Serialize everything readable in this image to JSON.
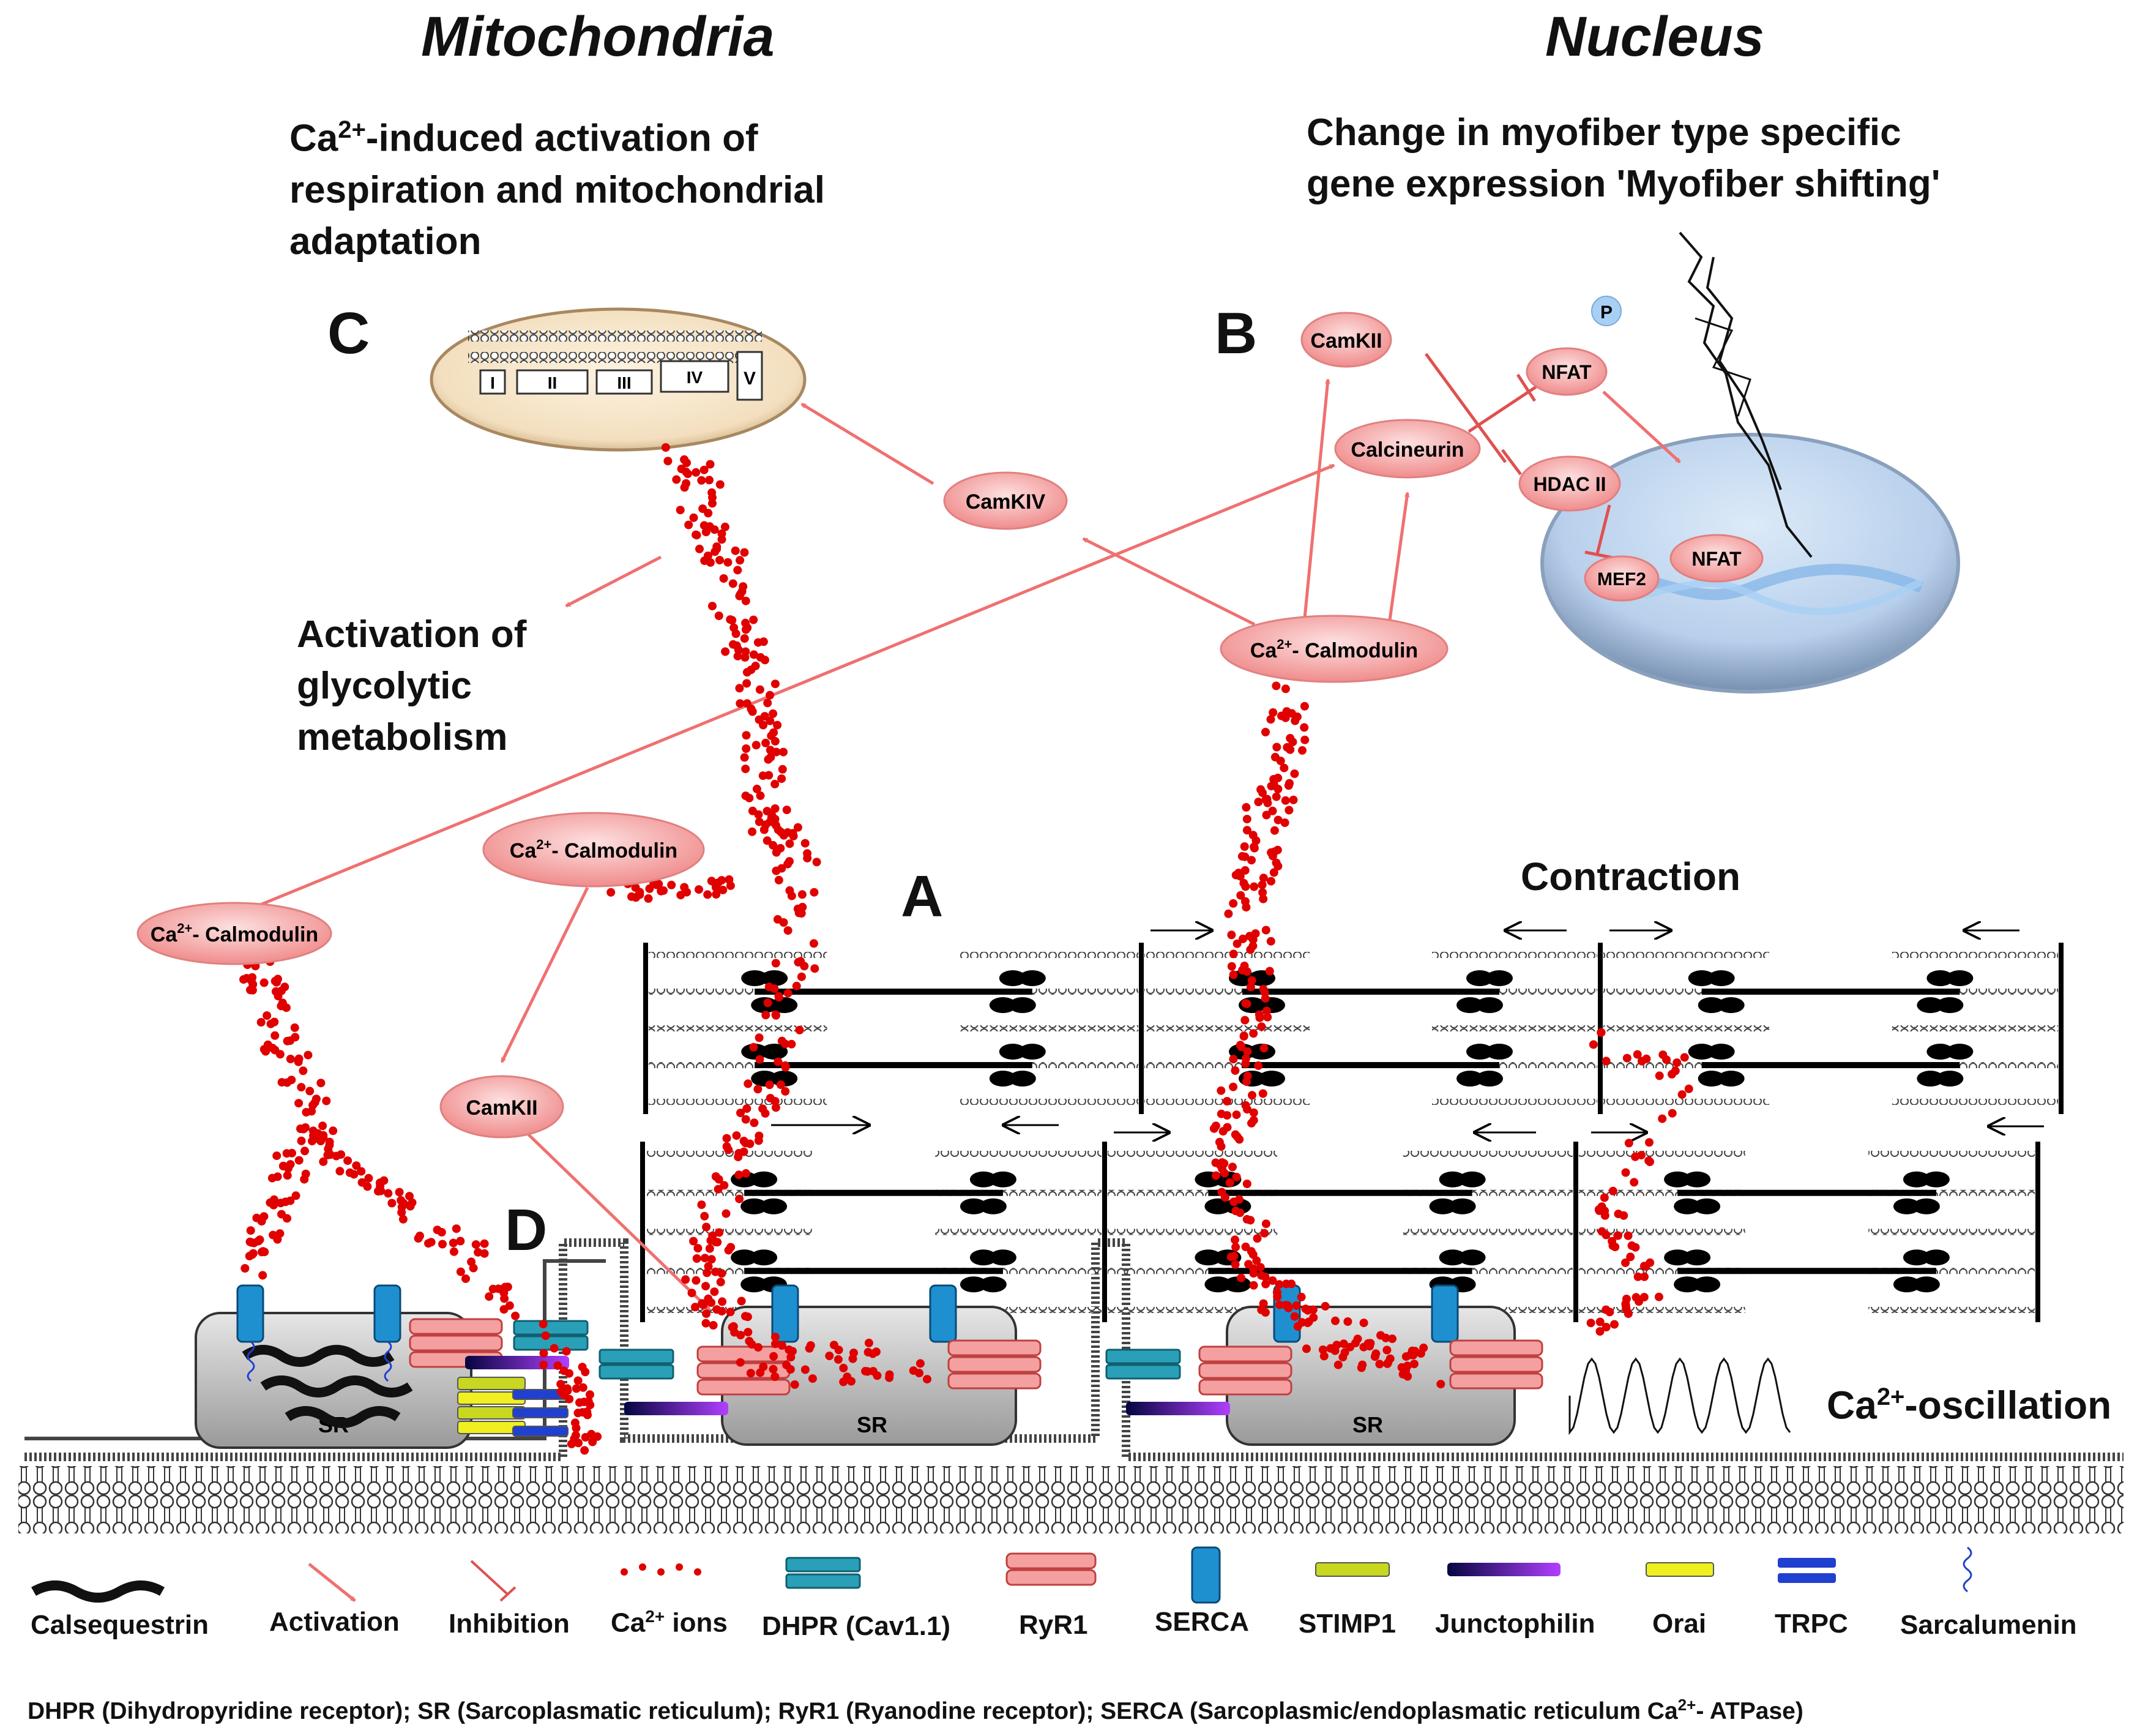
{
  "headings": {
    "mitochondria": "Mitochondria",
    "nucleus": "Nucleus"
  },
  "captions": {
    "mito_line1_pre": "Ca",
    "mito_line1_sup": "2+",
    "mito_line1_post": "-induced activation of",
    "mito_line2": "respiration and mitochondrial",
    "mito_line3": "adaptation",
    "nucleus_line1": "Change in myofiber type specific",
    "nucleus_line2": "gene expression 'Myofiber shifting'",
    "glyco_line1": "Activation of",
    "glyco_line2": "glycolytic",
    "glyco_line3": "metabolism",
    "contraction": "Contraction",
    "oscillation_pre": "Ca",
    "oscillation_sup": "2+",
    "oscillation_post": "-oscillation"
  },
  "panel_letters": {
    "a": "A",
    "b": "B",
    "c": "C",
    "d": "D"
  },
  "nodes": {
    "camkii_top": "CamKII",
    "calcineurin": "Calcineurin",
    "camkiv": "CamKIV",
    "nfat_top": "NFAT",
    "hdac": "HDAC II",
    "mef2": "MEF2",
    "nfat_dna": "NFAT",
    "p_label": "P",
    "calmodulin_sup": "2+",
    "calmodulin_pre": "Ca",
    "calmodulin_post": "- Calmodulin",
    "camkii_bottom": "CamKII"
  },
  "mito_complexes": [
    "I",
    "II",
    "III",
    "IV",
    "V"
  ],
  "sr_label": "SR",
  "legend": {
    "calsequestrin": "Calsequestrin",
    "activation": "Activation",
    "inhibition": "Inhibition",
    "ca_ions_pre": "Ca",
    "ca_ions_sup": "2+",
    "ca_ions_post": " ions",
    "dhpr": "DHPR (Cav1.1)",
    "ryr1": "RyR1",
    "serca": "SERCA",
    "stimp1": "STIMP1",
    "junctophilin": "Junctophilin",
    "orai": "Orai",
    "trpc": "TRPC",
    "sarcalumenin": "Sarcalumenin"
  },
  "footnote": {
    "pre": "DHPR (Dihydropyridine receptor);  SR (Sarcoplasmatic reticulum); RyR1 (Ryanodine receptor); SERCA (Sarcoplasmic/endoplasmatic reticulum Ca",
    "sup": "2+",
    "post": "- ATPase)"
  },
  "colors": {
    "activation_arrow": "#f07070",
    "inhibition_line": "#e05050",
    "node_fill": "#f6b8b8",
    "ca_ion": "#e00000",
    "dhpr": "#2aa0b8",
    "ryr1": "#f4a0a0",
    "serca": "#1e90d0",
    "stimp1": "#c8d820",
    "orai": "#f0f020",
    "trpc": "#2040d0",
    "sr_fill": "#c8c8c8",
    "nucleus_fill": "#b8d0ec"
  }
}
